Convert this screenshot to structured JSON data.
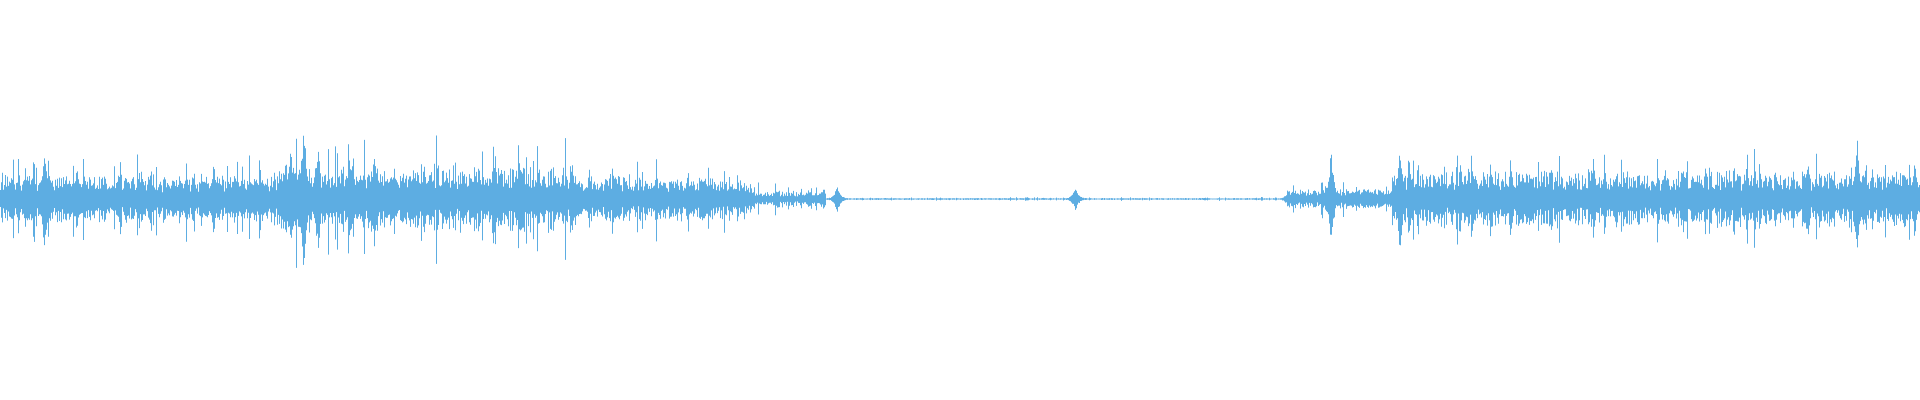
{
  "waveform": {
    "wave_color": "#5DADE2",
    "background_color": "#FFFFFF",
    "duration_fraction_visible": 1.0,
    "segments": [
      {
        "start": 0.0,
        "end": 0.145,
        "base": 0.14,
        "jitter": 0.1
      },
      {
        "start": 0.145,
        "end": 0.3,
        "base": 0.2,
        "jitter": 0.16
      },
      {
        "start": 0.3,
        "end": 0.39,
        "base": 0.13,
        "jitter": 0.08
      },
      {
        "start": 0.39,
        "end": 0.43,
        "base": 0.05,
        "jitter": 0.04
      },
      {
        "start": 0.43,
        "end": 0.67,
        "base": 0.006,
        "jitter": 0.004
      },
      {
        "start": 0.67,
        "end": 0.725,
        "base": 0.06,
        "jitter": 0.05
      },
      {
        "start": 0.725,
        "end": 1.0,
        "base": 0.17,
        "jitter": 0.1
      }
    ],
    "peaks": [
      {
        "x": 0.006,
        "amp": 0.2
      },
      {
        "x": 0.013,
        "amp": 0.22
      },
      {
        "x": 0.023,
        "amp": 0.4
      },
      {
        "x": 0.04,
        "amp": 0.23
      },
      {
        "x": 0.062,
        "amp": 0.2
      },
      {
        "x": 0.078,
        "amp": 0.18
      },
      {
        "x": 0.09,
        "amp": 0.17
      },
      {
        "x": 0.111,
        "amp": 0.25
      },
      {
        "x": 0.122,
        "amp": 0.17
      },
      {
        "x": 0.158,
        "amp": 0.53
      },
      {
        "x": 0.165,
        "amp": 0.3
      },
      {
        "x": 0.182,
        "amp": 0.33
      },
      {
        "x": 0.195,
        "amp": 0.33
      },
      {
        "x": 0.205,
        "amp": 0.17
      },
      {
        "x": 0.222,
        "amp": 0.17
      },
      {
        "x": 0.258,
        "amp": 0.2
      },
      {
        "x": 0.27,
        "amp": 0.27
      },
      {
        "x": 0.305,
        "amp": 0.11
      },
      {
        "x": 0.326,
        "amp": 0.14
      },
      {
        "x": 0.352,
        "amp": 0.13
      },
      {
        "x": 0.382,
        "amp": 0.09
      },
      {
        "x": 0.421,
        "amp": 0.06
      },
      {
        "x": 0.436,
        "amp": 0.09
      },
      {
        "x": 0.56,
        "amp": 0.08
      },
      {
        "x": 0.671,
        "amp": 0.06
      },
      {
        "x": 0.693,
        "amp": 0.3
      },
      {
        "x": 0.729,
        "amp": 0.37
      },
      {
        "x": 0.773,
        "amp": 0.17
      },
      {
        "x": 0.828,
        "amp": 0.17
      },
      {
        "x": 0.882,
        "amp": 0.15
      },
      {
        "x": 0.925,
        "amp": 0.14
      },
      {
        "x": 0.967,
        "amp": 0.42
      },
      {
        "x": 0.975,
        "amp": 0.2
      },
      {
        "x": 0.997,
        "amp": 0.28
      }
    ]
  }
}
